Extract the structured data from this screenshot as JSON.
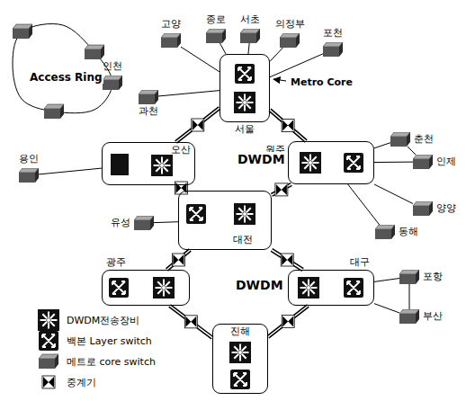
{
  "diagram": {
    "nodes": [
      {
        "text": [
          "고양"
        ]
      },
      {
        "text": [
          "종로"
        ]
      },
      {
        "text": [
          "서초"
        ]
      },
      {
        "text": [
          "의정부"
        ]
      },
      {
        "text": [
          "포천"
        ]
      },
      {
        "text": [
          "인천"
        ]
      },
      {
        "text": [
          "과천"
        ]
      },
      {
        "text": [
          "서울"
        ]
      },
      {
        "text": [
          "춘천"
        ]
      },
      {
        "text": [
          "인제"
        ]
      },
      {
        "text": [
          "용인"
        ]
      },
      {
        "text": [
          "오산"
        ]
      },
      {
        "text": [
          "원주"
        ]
      },
      {
        "text": [
          "양양"
        ]
      },
      {
        "text": [
          "유성"
        ]
      },
      {
        "text": [
          "대전"
        ]
      },
      {
        "text": [
          "동해"
        ]
      },
      {
        "text": [
          "광주"
        ]
      },
      {
        "text": [
          "대구"
        ]
      },
      {
        "text": [
          "포항"
        ]
      },
      {
        "text": [
          "부산"
        ]
      },
      {
        "text": [
          "진해"
        ]
      }
    ],
    "edges": [
      {
        "from": 0,
        "to": 7,
        "arrow": "none"
      },
      {
        "from": 1,
        "to": 7,
        "arrow": "none"
      },
      {
        "from": 2,
        "to": 7,
        "arrow": "none"
      },
      {
        "from": 3,
        "to": 7,
        "arrow": "none"
      },
      {
        "from": 4,
        "to": 7,
        "arrow": "none"
      },
      {
        "from": 6,
        "to": 7,
        "arrow": "none"
      },
      {
        "from": 7,
        "to": 11,
        "arrow": "none"
      },
      {
        "from": 7,
        "to": 12,
        "arrow": "none"
      },
      {
        "from": 11,
        "to": 15,
        "arrow": "none"
      },
      {
        "from": 12,
        "to": 15,
        "arrow": "none"
      },
      {
        "from": 15,
        "to": 17,
        "arrow": "none"
      },
      {
        "from": 15,
        "to": 18,
        "arrow": "none"
      },
      {
        "from": 17,
        "to": 21,
        "arrow": "none"
      },
      {
        "from": 18,
        "to": 21,
        "arrow": "none"
      },
      {
        "from": 10,
        "to": 11,
        "arrow": "none"
      },
      {
        "from": 14,
        "to": 15,
        "arrow": "none"
      },
      {
        "from": 8,
        "to": 12,
        "arrow": "none"
      },
      {
        "from": 9,
        "to": 12,
        "arrow": "none"
      },
      {
        "from": 13,
        "to": 12,
        "arrow": "none"
      },
      {
        "from": 16,
        "to": 12,
        "arrow": "none"
      },
      {
        "from": 8,
        "to": 9,
        "arrow": "none"
      },
      {
        "from": 19,
        "to": 18,
        "arrow": "none"
      },
      {
        "from": 20,
        "to": 18,
        "arrow": "none"
      },
      {
        "from": 19,
        "to": 20,
        "arrow": "none"
      }
    ],
    "labels": [
      "Access Ring",
      "Metro Core",
      "DWDM",
      "DWDM"
    ],
    "legend": [
      {
        "text": "DWDM전송장비"
      },
      {
        "text": "백본 Layer switch"
      },
      {
        "text": "메트로 core switch"
      },
      {
        "text": "중계기"
      }
    ]
  }
}
